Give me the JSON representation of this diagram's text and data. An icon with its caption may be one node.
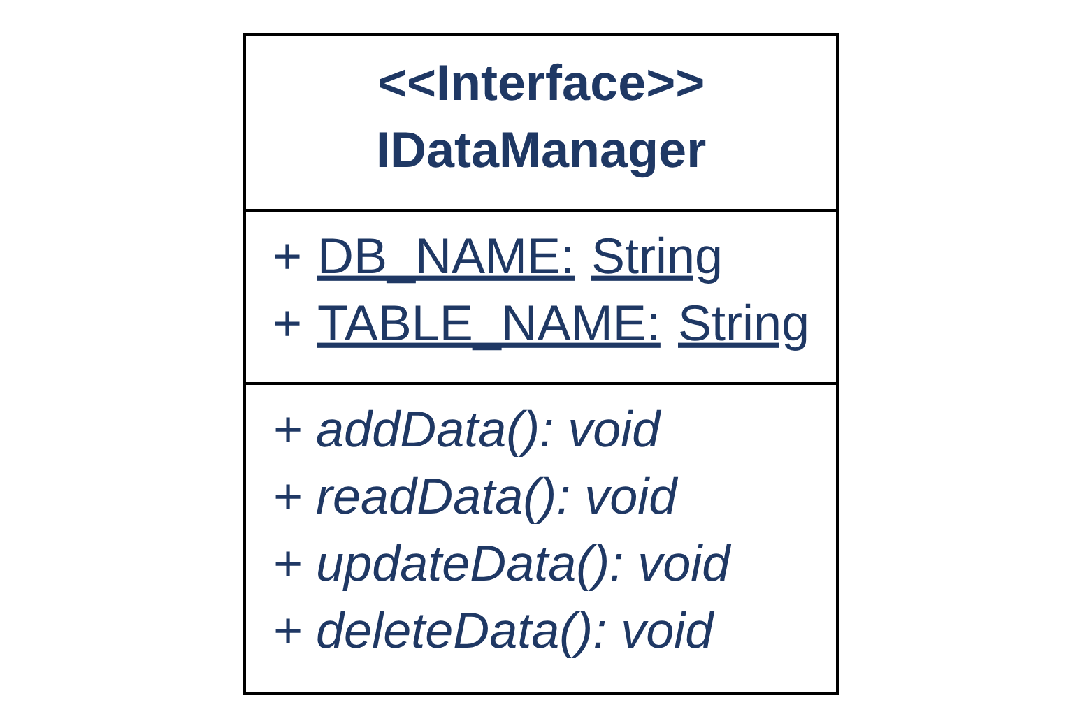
{
  "diagram": {
    "nodes": [
      {
        "text": [
          "<<Interface>>",
          "IDataManager",
          "+ DB_NAME: String",
          "+ TABLE_NAME: String",
          "+ addData(): void",
          "+ readData(): void",
          "+ updateData(): void",
          "+ deleteData(): void"
        ]
      }
    ],
    "edges": []
  }
}
